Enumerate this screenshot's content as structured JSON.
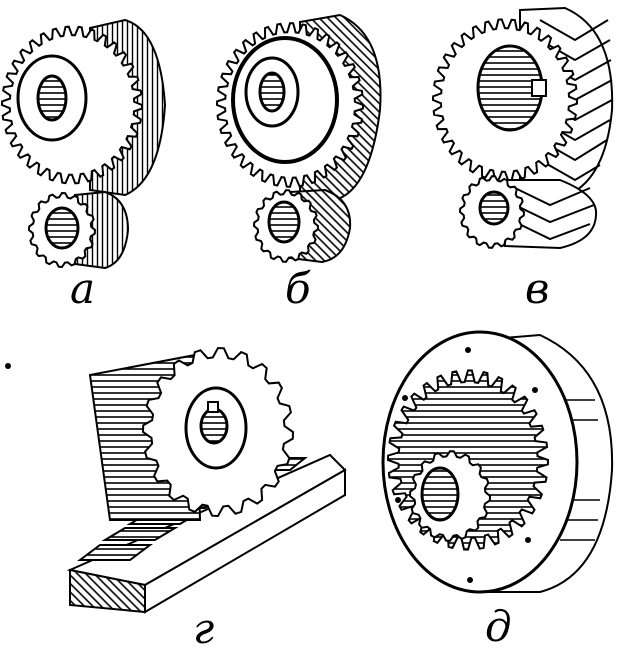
{
  "figure": {
    "labels": {
      "a": "а",
      "b": "б",
      "v": "в",
      "g": "г",
      "d": "д"
    },
    "ink_color": "#000000",
    "paper_color": "#ffffff"
  }
}
